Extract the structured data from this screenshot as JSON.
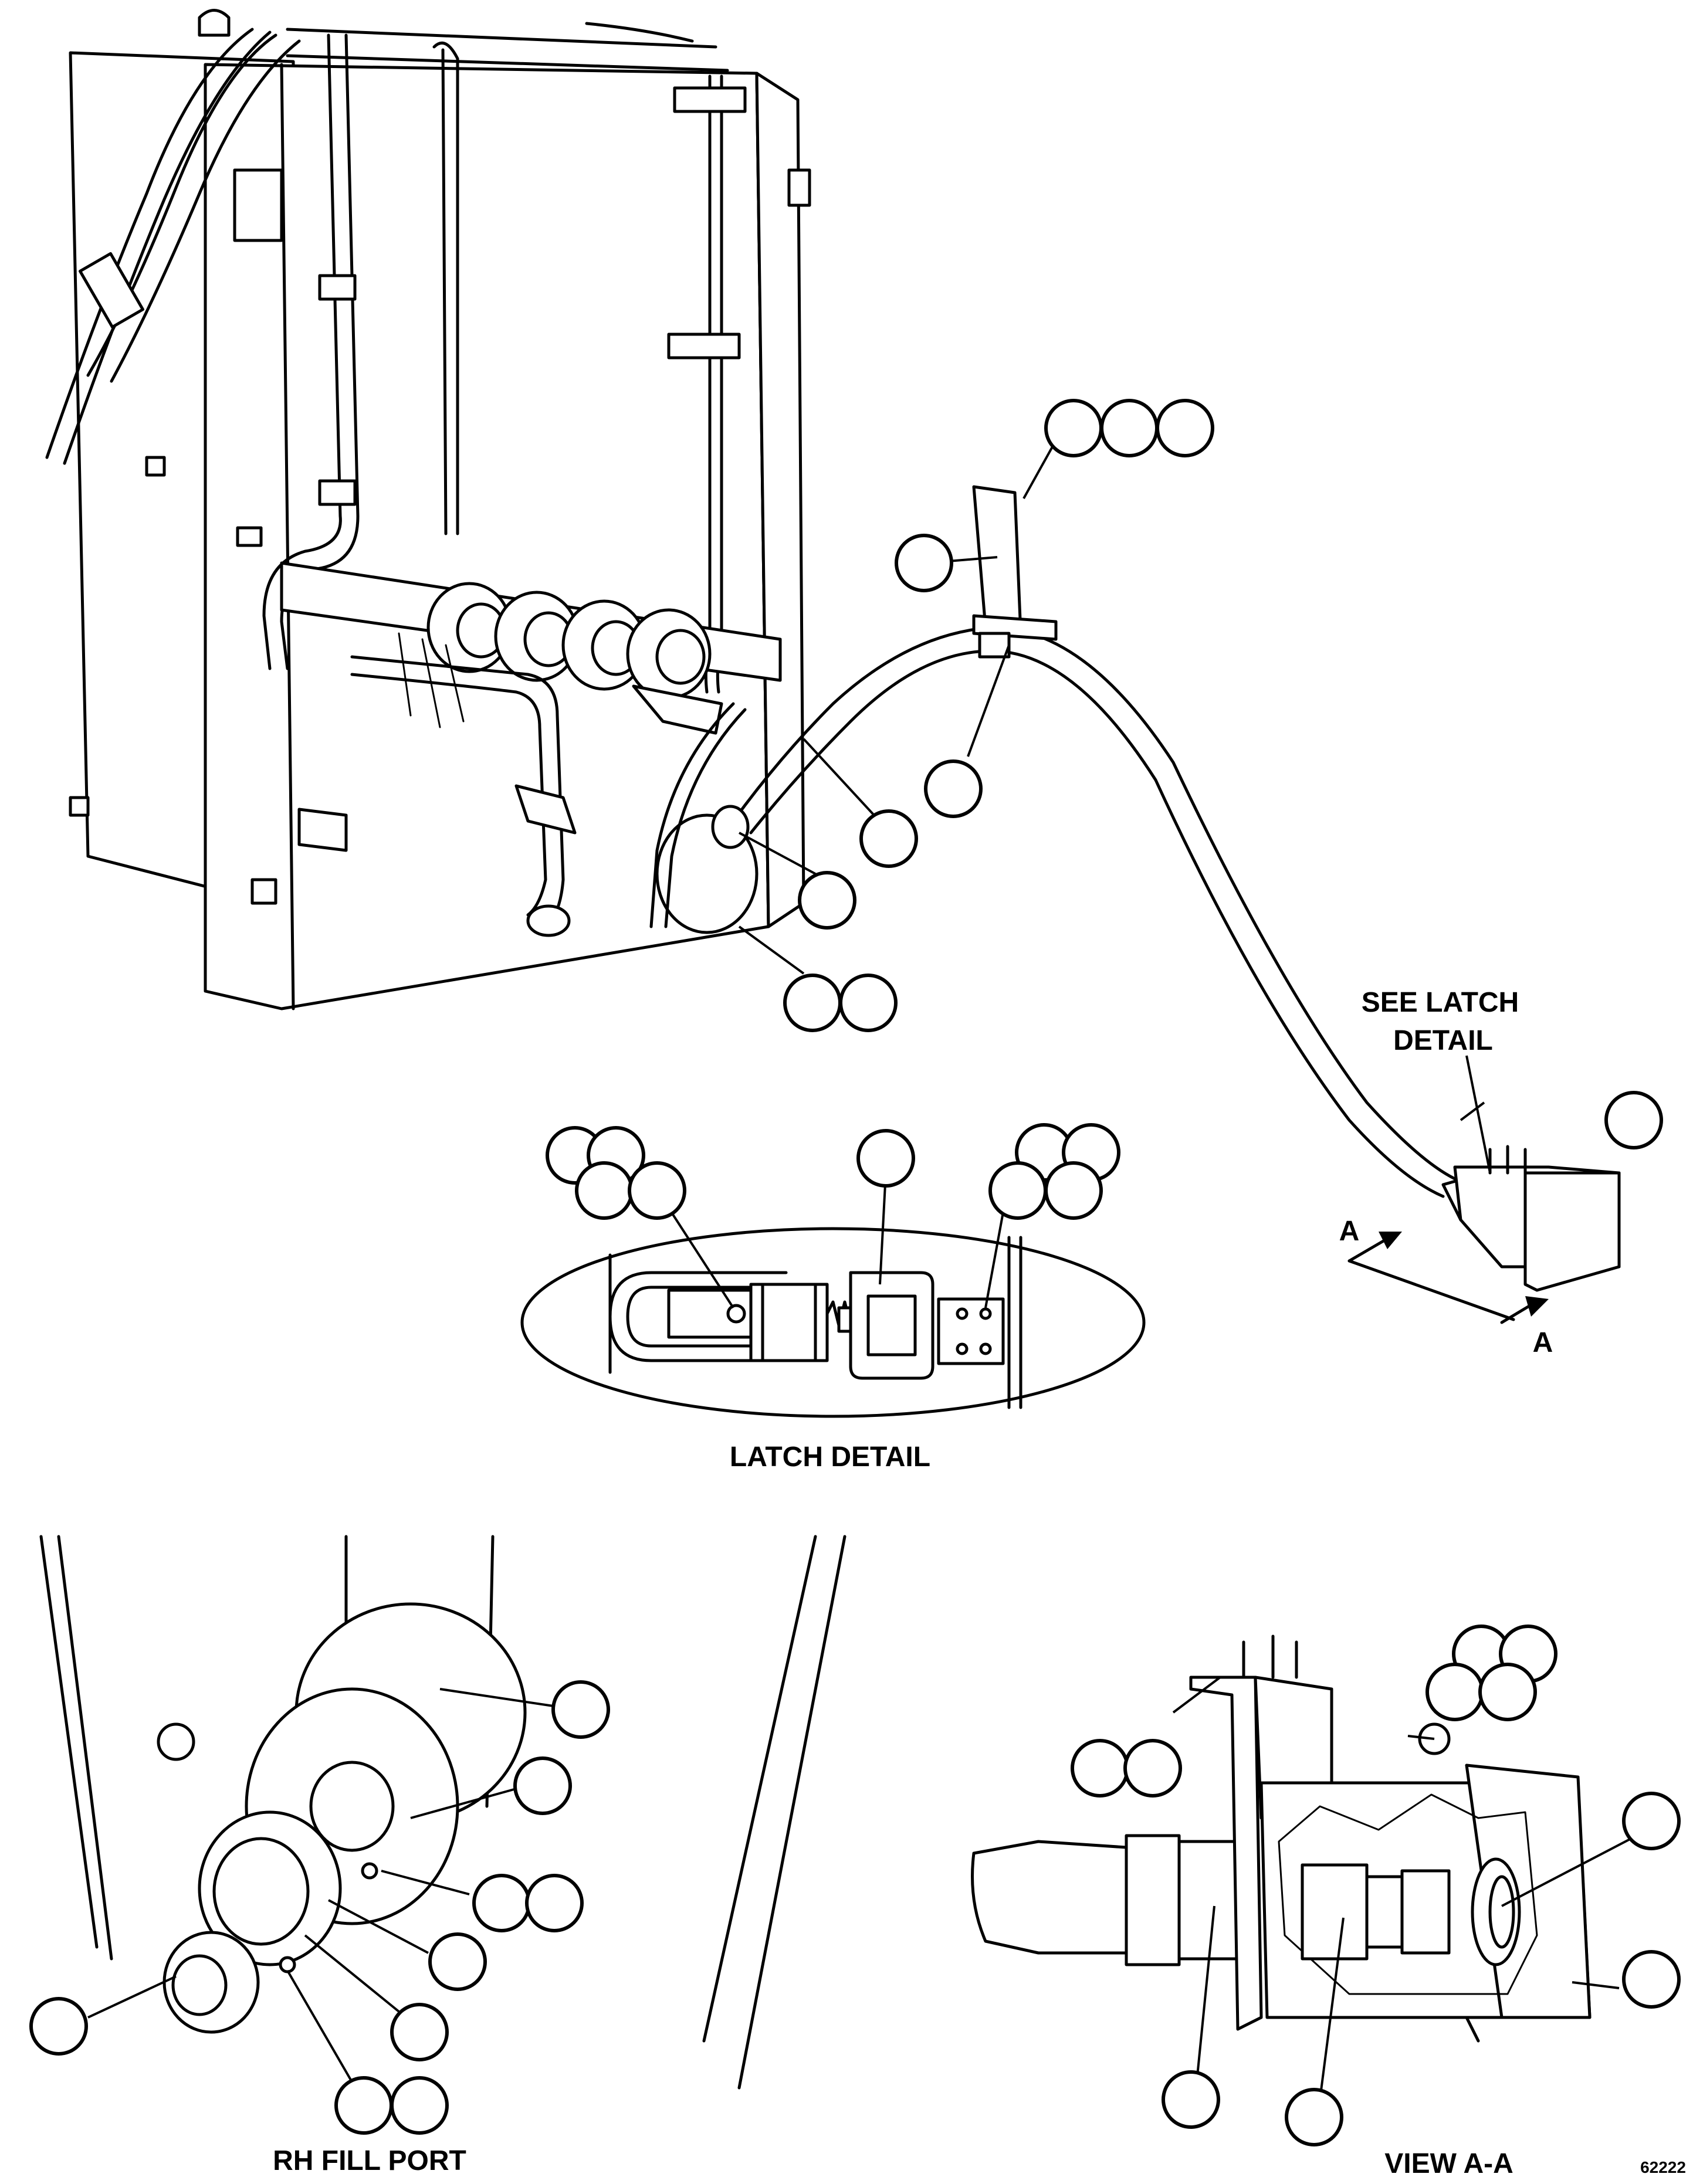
{
  "labels": {
    "see_latch_detail_1": "SEE LATCH",
    "see_latch_detail_2": "DETAIL",
    "latch_detail": "LATCH DETAIL",
    "rh_fill_port": "RH FILL PORT",
    "view_aa": "VIEW A-A",
    "section_a": "A",
    "figure_number": "62222"
  }
}
